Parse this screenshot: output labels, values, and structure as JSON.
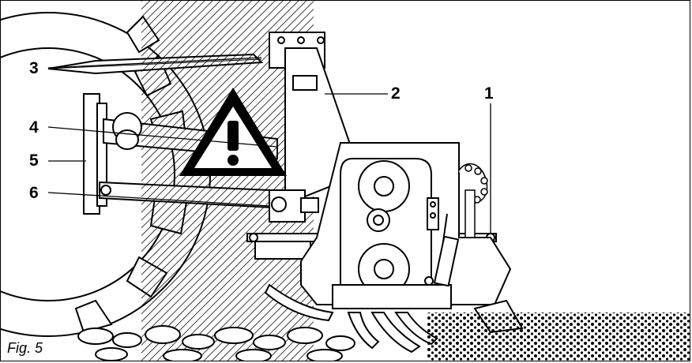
{
  "figure": {
    "caption": "Fig. 5",
    "callouts": [
      {
        "id": "1",
        "label": "1"
      },
      {
        "id": "2",
        "label": "2"
      },
      {
        "id": "3",
        "label": "3"
      },
      {
        "id": "4",
        "label": "4"
      },
      {
        "id": "5",
        "label": "5"
      },
      {
        "id": "6",
        "label": "6"
      }
    ],
    "warning_symbol": "warning-triangle-icon",
    "colors": {
      "line": "#000000",
      "background": "#ffffff"
    }
  }
}
